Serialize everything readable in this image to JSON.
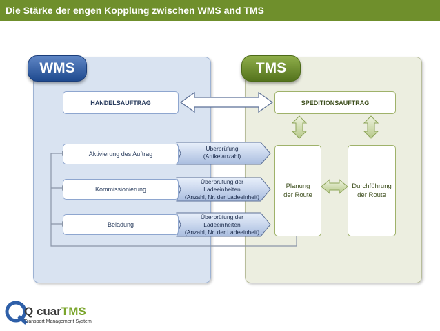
{
  "header": {
    "title": "Die Stärke der engen Kopplung zwischen WMS and TMS"
  },
  "wms": {
    "label": "WMS",
    "order_box": "HANDELSAUFTRAG",
    "steps": [
      "Aktivierung des Auftrag",
      "Kommissionierung",
      "Beladung"
    ]
  },
  "tms": {
    "label": "TMS",
    "order_box": "SPEDITIONSAUFTRAG",
    "planning": "Planung der Route",
    "execution": "Durchführung der Route"
  },
  "checks": [
    {
      "title": "Überprüfung",
      "detail": "(Artikelanzahl)"
    },
    {
      "title": "Überprüfung der Ladeeinheiten",
      "detail": "(Anzahl, Nr. der Ladeeinheit)"
    },
    {
      "title": "Überprüfung der Ladeeinheiten",
      "detail": "(Anzahl, Nr. der Ladeeinheit)"
    }
  ],
  "logo": {
    "brand": "Q cuar",
    "brand_suffix": "TMS",
    "tagline": "Transport Management System"
  },
  "colors": {
    "title_bar": "#6f8f2c",
    "wms_blue": "#1f4a8f",
    "tms_green": "#54731d",
    "arrow_fill": "#b8c8e6"
  }
}
